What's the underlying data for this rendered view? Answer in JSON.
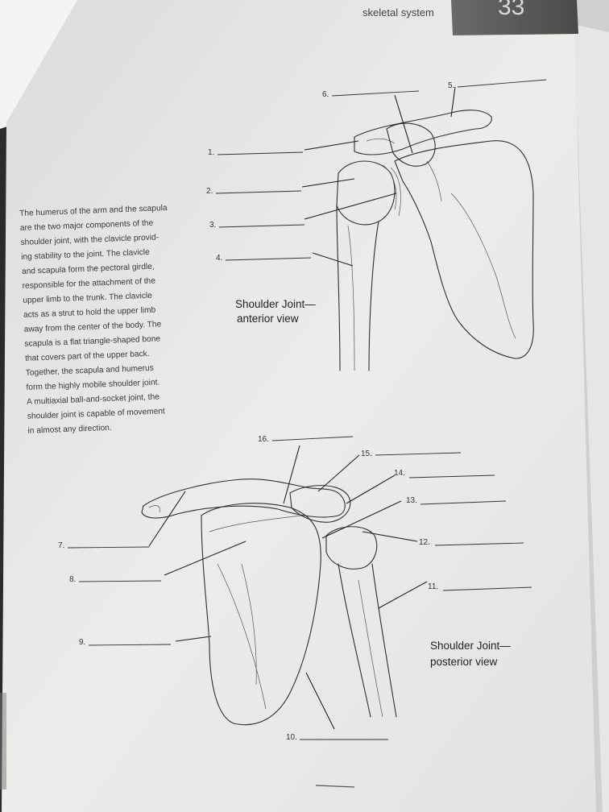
{
  "header": {
    "section_title": "skeletal system",
    "page_number": "33"
  },
  "paragraph_lines": [
    "The humerus of the arm and the scapula",
    "are the two major components of the",
    "shoulder joint, with the clavicle provid-",
    "ing stability to the joint. The clavicle",
    "and scapula form the pectoral girdle,",
    "responsible for the attachment of the",
    "upper limb to the trunk. The clavicle",
    "acts as a strut to hold the upper limb",
    "away from the center of the body. The",
    "scapula is a flat triangle-shaped bone",
    "that covers part of the upper back.",
    "Together, the scapula and humerus",
    "form the highly mobile shoulder joint.",
    "A multiaxial ball-and-socket joint, the",
    "shoulder joint is capable of movement",
    "in almost any direction."
  ],
  "captions": {
    "anterior": [
      "Shoulder Joint—",
      "anterior view"
    ],
    "posterior": [
      "Shoulder Joint—",
      "posterior view"
    ]
  },
  "labels": [
    "1.",
    "2.",
    "3.",
    "4.",
    "5.",
    "6.",
    "7.",
    "8.",
    "9.",
    "10.",
    "11.",
    "12.",
    "13.",
    "14.",
    "15.",
    "16."
  ],
  "colors": {
    "paper": "#ebebea",
    "ink": "#2e2e2e",
    "background": "#3a3a38"
  }
}
